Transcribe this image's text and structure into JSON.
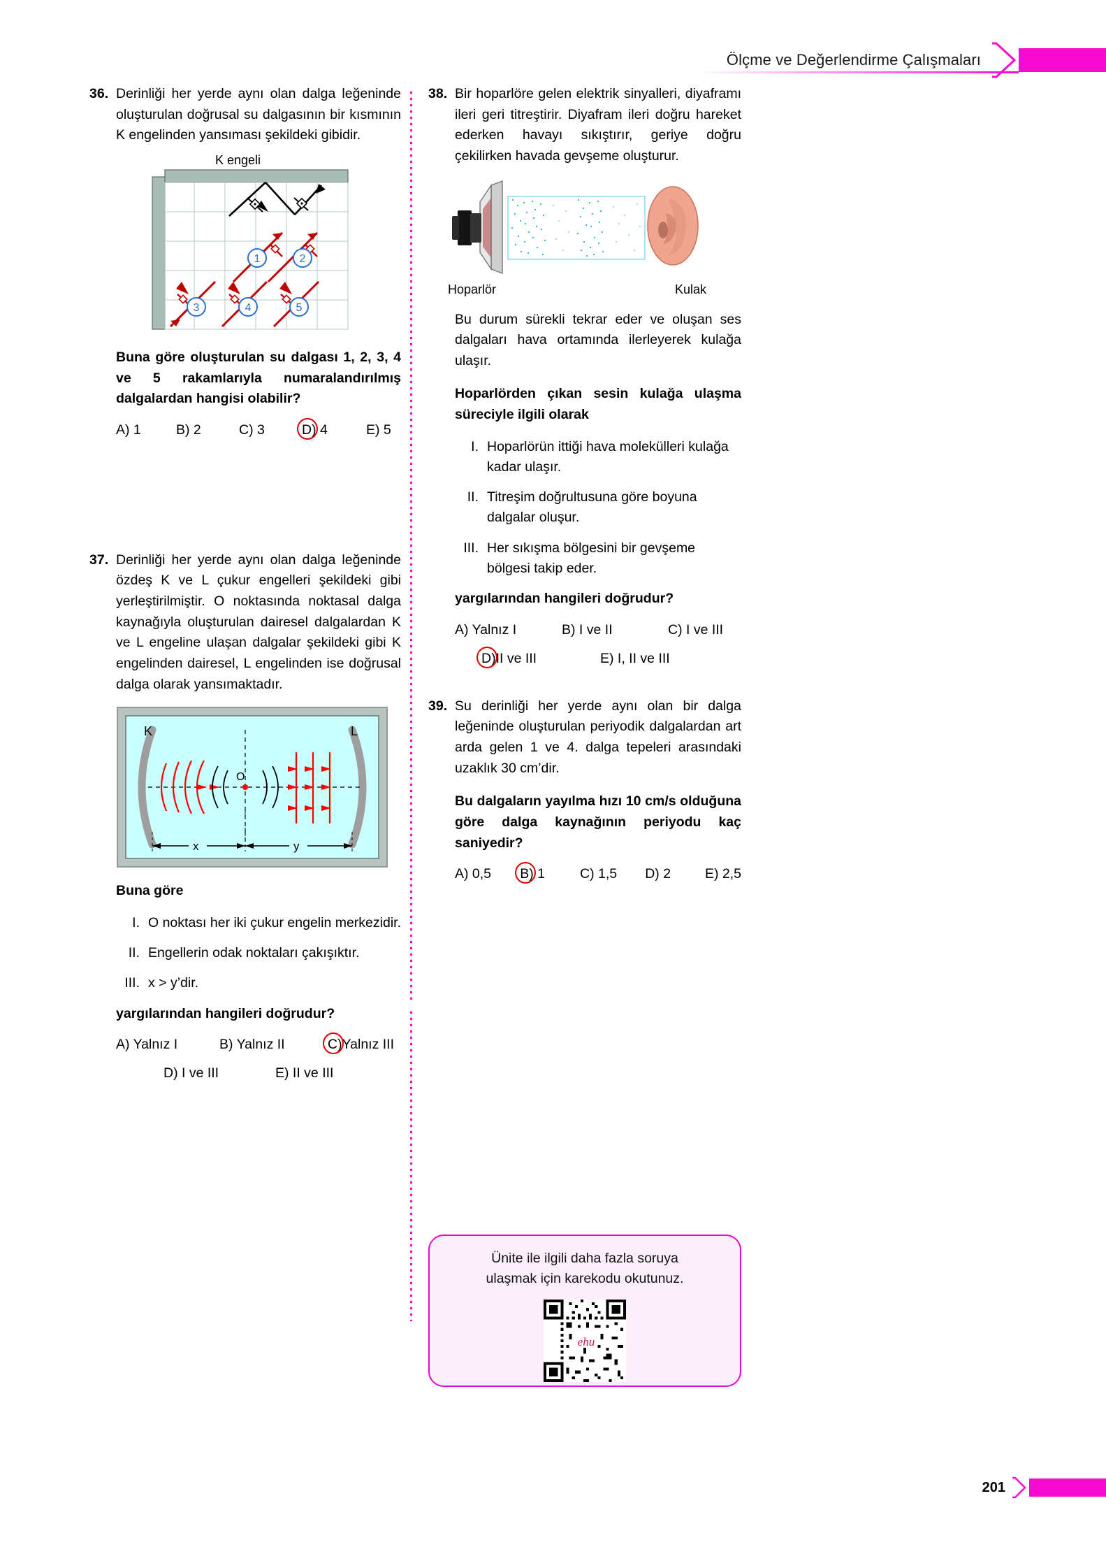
{
  "header": {
    "title": "Ölçme ve Değerlendirme Çalışmaları",
    "accent_color": "#f50ad2"
  },
  "footer": {
    "page_number": "201"
  },
  "questions": [
    {
      "number": "36.",
      "stem": "Derinliği her yerde aynı olan dalga leğeninde oluşturulan doğrusal su dalgasının bir kısmının K engelinden yansıması şekildeki gibidir.",
      "figure": {
        "label": "K engeli",
        "wave_numbers": [
          "1",
          "2",
          "3",
          "4",
          "5"
        ],
        "barrier_color": "#a8bbb5",
        "wave_color": "#c00000",
        "number_color": "#2a6fd6"
      },
      "prompt": "Buna göre oluşturulan su dalgası 1, 2, 3, 4 ve 5 rakamlarıyla numaralandırılmış dalgalardan hangisi olabilir?",
      "options": [
        {
          "label": "A)",
          "text": "1",
          "marked": false
        },
        {
          "label": "B)",
          "text": "2",
          "marked": false
        },
        {
          "label": "C)",
          "text": "3",
          "marked": false
        },
        {
          "label": "D)",
          "text": "4",
          "marked": true
        },
        {
          "label": "E)",
          "text": "5",
          "marked": false
        }
      ]
    },
    {
      "number": "37.",
      "stem": "Derinliği her yerde aynı olan dalga leğeninde özdeş K ve L çukur engelleri şekildeki gibi yerleştirilmiştir. O noktasında noktasal dalga kaynağıyla oluşturulan dairesel dalgalardan K ve L engeline ulaşan dalgalar şekildeki gibi K engelinden dairesel, L engelinden ise doğrusal dalga olarak yansımaktadır.",
      "figure": {
        "label_left": "K",
        "label_right": "L",
        "source_label": "O",
        "dim_left": "x",
        "dim_right": "y",
        "background_color": "#c9ffff",
        "wave_color": "#ff0000",
        "barrier_color": "#9e9e9e"
      },
      "prompt": "Buna göre",
      "statements": [
        {
          "numeral": "I.",
          "text": "O noktası her iki çukur engelin merkezidir."
        },
        {
          "numeral": "II.",
          "text": "Engellerin odak noktaları çakışıktır."
        },
        {
          "numeral": "III.",
          "text": "x > y’dir."
        }
      ],
      "question_line": "yargılarından hangileri doğrudur?",
      "options": [
        {
          "label": "A)",
          "text": "Yalnız I",
          "marked": false
        },
        {
          "label": "B)",
          "text": "Yalnız II",
          "marked": false
        },
        {
          "label": "C)",
          "text": "Yalnız III",
          "marked": true
        },
        {
          "label": "D)",
          "text": "I ve III",
          "marked": false
        },
        {
          "label": "E)",
          "text": "II ve III",
          "marked": false
        }
      ]
    },
    {
      "number": "38.",
      "stem": "Bir hoparlöre gelen elektrik sinyalleri, diyaframı ileri geri titreştirir. Diyafram ileri doğru hareket ederken havayı sıkıştırır, geriye doğru çekilirken havada gevşeme oluşturur.",
      "figure": {
        "caption_left": "Hoparlör",
        "caption_right": "Kulak",
        "particle_color": "#29b6dd",
        "ear_color": "#f0a58e"
      },
      "stem2": "Bu durum sürekli tekrar eder ve oluşan ses dalgaları hava ortamında ilerleyerek kulağa ulaşır.",
      "prompt": "Hoparlörden çıkan sesin kulağa ulaşma süreciyle ilgili olarak",
      "statements": [
        {
          "numeral": "I.",
          "text": "Hoparlörün ittiği hava molekülleri kulağa kadar ulaşır."
        },
        {
          "numeral": "II.",
          "text": "Titreşim doğrultusuna göre boyuna dalgalar oluşur."
        },
        {
          "numeral": "III.",
          "text": "Her sıkışma bölgesini bir gevşeme bölgesi takip eder."
        }
      ],
      "question_line": "yargılarından hangileri doğrudur?",
      "options": [
        {
          "label": "A)",
          "text": "Yalnız I",
          "marked": false
        },
        {
          "label": "B)",
          "text": "I ve II",
          "marked": false
        },
        {
          "label": "C)",
          "text": "I ve III",
          "marked": false
        },
        {
          "label": "D)",
          "text": "II ve III",
          "marked": true
        },
        {
          "label": "E)",
          "text": "I, II ve III",
          "marked": false
        }
      ]
    },
    {
      "number": "39.",
      "stem": "Su derinliği her yerde aynı olan bir dalga leğeninde oluşturulan periyodik dalgalardan art arda gelen 1 ve 4. dalga tepeleri arasındaki uzaklık 30 cm’dir.",
      "prompt": "Bu dalgaların yayılma hızı 10 cm/s olduğuna göre dalga kaynağının periyodu kaç saniyedir?",
      "options": [
        {
          "label": "A)",
          "text": "0,5",
          "marked": false
        },
        {
          "label": "B)",
          "text": "1",
          "marked": true
        },
        {
          "label": "C)",
          "text": "1,5",
          "marked": false
        },
        {
          "label": "D)",
          "text": "2",
          "marked": false
        },
        {
          "label": "E)",
          "text": "2,5",
          "marked": false
        }
      ]
    }
  ],
  "qr_box": {
    "line1": "Ünite ile ilgili daha fazla soruya",
    "line2": "ulaşmak için karekodu okutunuz.",
    "logo_text": "ehu",
    "border_color": "#e60ad0",
    "fill_color": "#fdeefb"
  }
}
